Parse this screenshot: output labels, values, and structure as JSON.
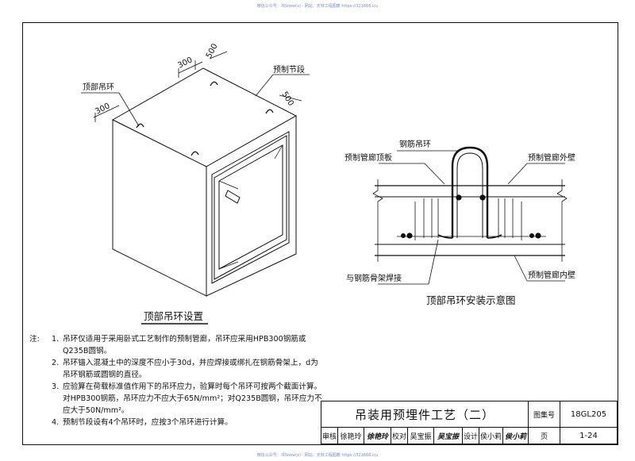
{
  "watermark": "微信公众号：书Snow(x) · 网站：天林工程图籍 https://321666.icu",
  "left_figure": {
    "caption": "顶部吊环设置",
    "label_lifting_ring": "顶部吊环",
    "label_precast_segment": "预制节段",
    "dim_300": "300",
    "dim_500": "500"
  },
  "right_figure": {
    "caption": "顶部吊环安装示意图",
    "label_rebar_ring": "钢筋吊环",
    "label_top_plate": "预制管廊顶板",
    "label_outer_wall": "预制管廊外壁",
    "label_inner_wall": "预制管廊内壁",
    "label_weld": "与钢筋骨架焊接"
  },
  "notes": {
    "head": "注:",
    "items": [
      {
        "n": "1.",
        "text": "吊环仅适用于采用卧式工艺制作的预制管廊，吊环应采用HPB300钢筋或Q235B圆钢。"
      },
      {
        "n": "2.",
        "text": "吊环锚入混凝土中的深度不应小于30d，并应焊接或绑扎在钢筋骨架上，d为吊环钢筋或圆钢的直径。"
      },
      {
        "n": "3.",
        "text": "应验算在荷载标准值作用下的吊环应力，验算时每个吊环可按两个截面计算。对HPB300钢筋，吊环应力不应大于65N/mm²；对Q235B圆钢，吊环应力不应大于50N/mm²。"
      },
      {
        "n": "4.",
        "text": "预制节段设有4个吊环时，应按3个吊环进行计算。"
      }
    ]
  },
  "title_block": {
    "title": "吊装用预埋件工艺（二）",
    "atlas_label": "图集号",
    "atlas_no": "18GL205",
    "review_label": "审核",
    "reviewer": "徐艳玲",
    "reviewer_sig": "徐艳玲",
    "check_label": "校对",
    "checker": "吴宝振",
    "checker_sig": "吴宝振",
    "design_label": "设计",
    "designer": "侯小莉",
    "designer_sig": "侯小莉",
    "page_label": "页",
    "page_no": "1-24"
  }
}
